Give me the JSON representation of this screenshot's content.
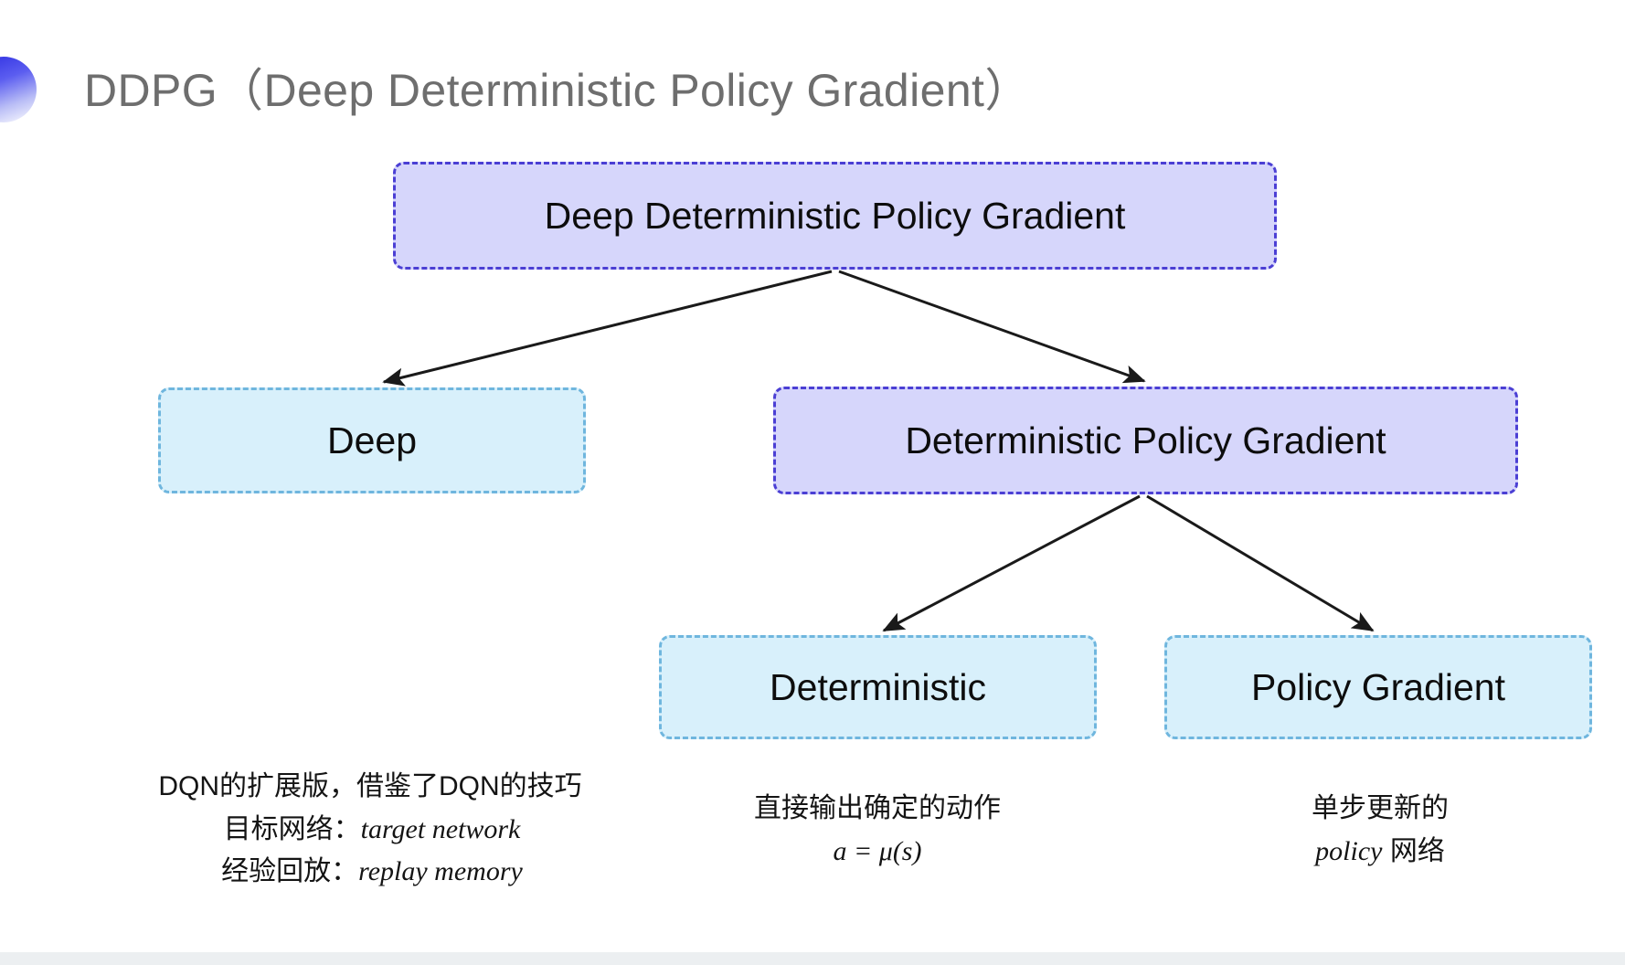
{
  "slide": {
    "title": "DDPG（Deep Deterministic Policy Gradient）",
    "bullet_icon": "gradient-half-circle-icon",
    "background_color": "#ffffff",
    "title_color": "#6e6e6e",
    "accent_color": "#2b2ce0"
  },
  "colors": {
    "purple_fill": "#d6d6fb",
    "purple_border": "#4b3fd4",
    "cyan_fill": "#d8f0fb",
    "cyan_border": "#6fb6de",
    "arrow_color": "#1a1a1a"
  },
  "diagram": {
    "nodes": {
      "root": {
        "label": "Deep Deterministic Policy Gradient",
        "style": "purple"
      },
      "deep": {
        "label": "Deep",
        "style": "cyan"
      },
      "dpg": {
        "label": "Deterministic Policy Gradient",
        "style": "purple"
      },
      "deterministic": {
        "label": "Deterministic",
        "style": "cyan"
      },
      "policy_gradient": {
        "label": "Policy Gradient",
        "style": "cyan"
      }
    }
  },
  "captions": {
    "deep": {
      "line1": "DQN的扩展版，借鉴了DQN的技巧",
      "line2_label": "目标网络：",
      "line2_term": "target network",
      "line3_label": "经验回放：",
      "line3_term": "replay memory"
    },
    "deterministic": {
      "line1": "直接输出确定的动作",
      "line2": "a = μ(s)"
    },
    "policy_gradient": {
      "line1": "单步更新的",
      "line2_term": "policy",
      "line2_label": " 网络"
    }
  }
}
